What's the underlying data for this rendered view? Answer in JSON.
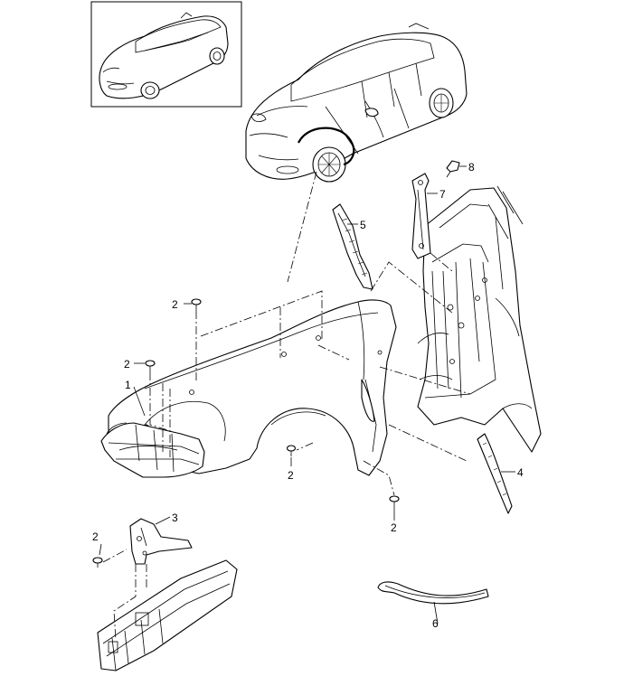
{
  "callouts": {
    "c1": "1",
    "c2a": "2",
    "c2b": "2",
    "c2c": "2",
    "c2d": "2",
    "c2e": "2",
    "c3": "3",
    "c4": "4",
    "c5": "5",
    "c6": "6",
    "c7": "7",
    "c8": "8"
  },
  "icons": {
    "thumbnail": "car-overview-icon",
    "main_view": "car-perspective-icon"
  }
}
